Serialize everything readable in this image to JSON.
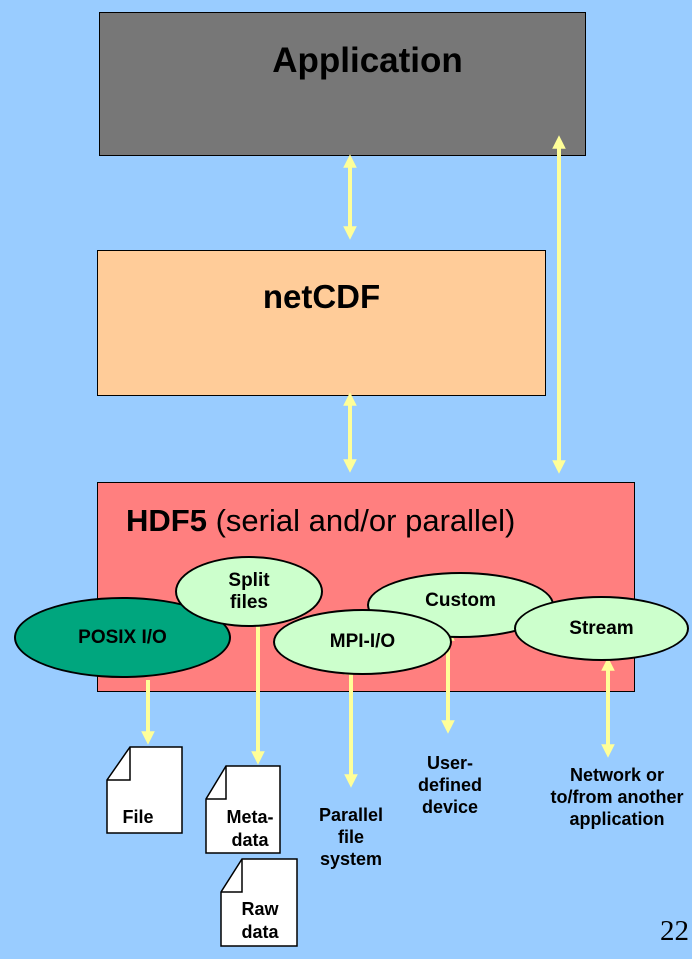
{
  "layers": {
    "application": "Application",
    "netcdf": "netCDF",
    "hdf5": "HDF5",
    "hdf5_sub": " (serial and/or parallel)"
  },
  "drivers": {
    "posix": "POSIX I/O",
    "split": "Split files",
    "custom": "Custom",
    "mpi": "MPI-I/O",
    "stream": "Stream"
  },
  "targets": {
    "file": "File",
    "metadata": "Meta-data",
    "rawdata": "Raw data",
    "parallel_fs": "Parallel file system",
    "user_device": "User-defined device",
    "network": "Network or to/from another application"
  },
  "page_number": "22",
  "colors": {
    "background": "#99ccff",
    "application": "#777777",
    "netcdf": "#ffcc99",
    "hdf5": "#ff7f7f",
    "posix": "#00a67e",
    "driver": "#ccffcc",
    "arrow": "#ffff99"
  }
}
